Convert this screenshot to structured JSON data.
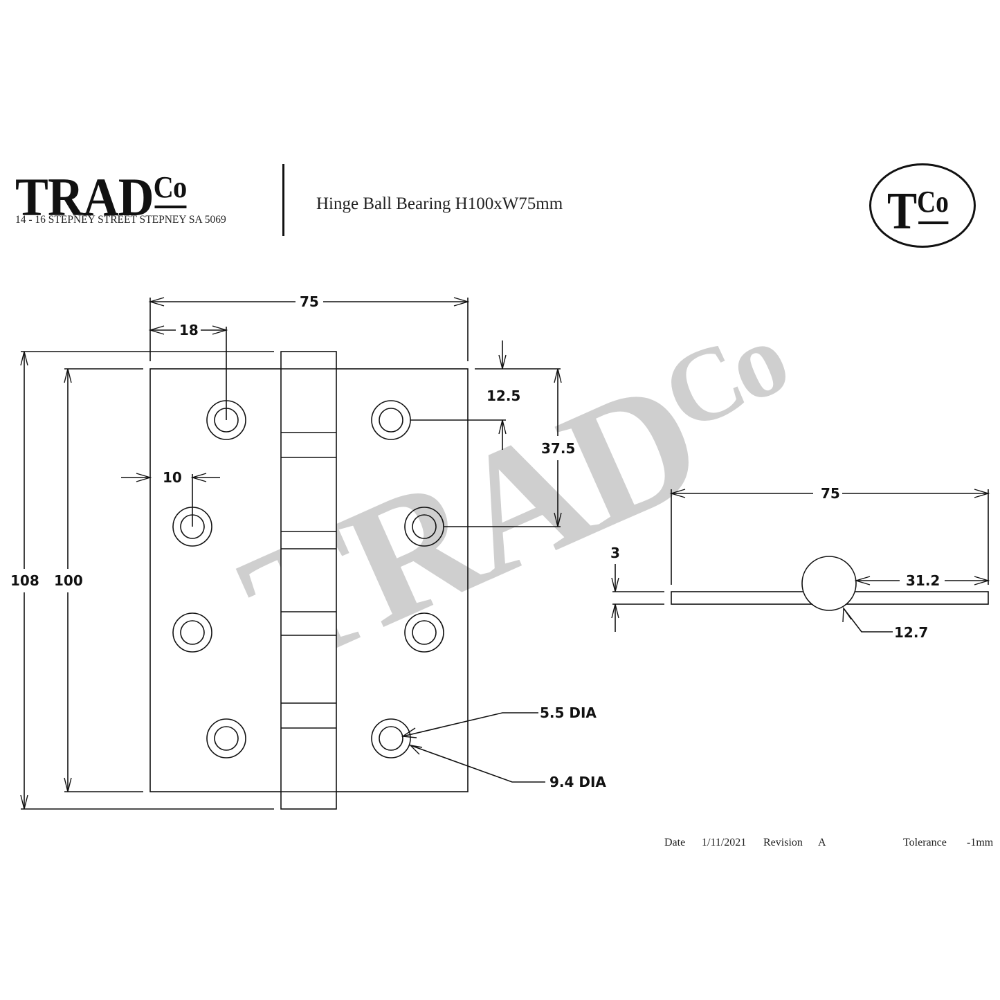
{
  "header": {
    "brand_name": "TRAD",
    "brand_suffix": "Co",
    "address": "14 - 16 STEPNEY STREET STEPNEY SA 5069",
    "drawing_title": "Hinge Ball Bearing H100xW75mm",
    "logo_main": "T",
    "logo_suffix": "Co"
  },
  "watermark": {
    "text": "TRAD",
    "suffix": "Co",
    "color": "#c8c8c8"
  },
  "front_view": {
    "overall_width": "75",
    "hole_offset_x": "18",
    "edge_offset": "10",
    "knuckle_height": "108",
    "leaf_height": "100",
    "top_hole_offset": "12.5",
    "hole_pitch": "37.5",
    "hole_inner_diameter": "5.5 DIA",
    "hole_outer_diameter": "9.4 DIA"
  },
  "side_view": {
    "overall_width": "75",
    "thickness": "3",
    "knuckle_to_edge": "31.2",
    "knuckle_diameter": "12.7"
  },
  "footer": {
    "date_label": "Date",
    "date_value": "1/11/2021",
    "revision_label": "Revision",
    "revision_value": "A",
    "tolerance_label": "Tolerance",
    "tolerance_value": "-1mm"
  }
}
